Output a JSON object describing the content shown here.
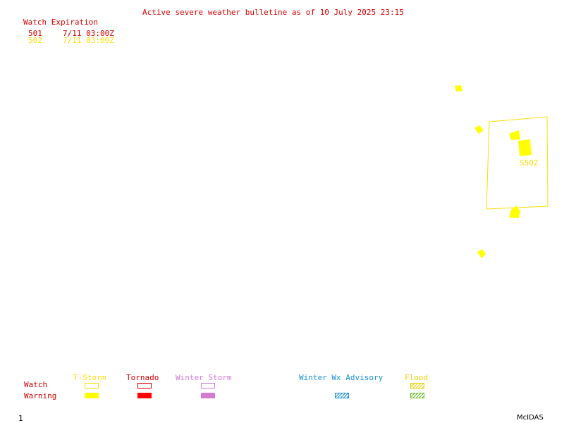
{
  "title": "Active severe weather bulletine as of 10 July 2025 23:15",
  "watch_header": "Watch Expiration",
  "watches": [
    {
      "id": "501",
      "expires": "7/11 03:00Z",
      "color": "#d40000"
    },
    {
      "id": "502",
      "expires": "7/11 03:00Z",
      "color": "#ffdd00"
    }
  ],
  "map": {
    "watch_box_label": "S502",
    "storm_color": "#ffff00",
    "watch_outline_color": "#ffdd00"
  },
  "legend": {
    "row_labels": {
      "watch": "Watch",
      "warning": "Warning"
    },
    "columns": [
      {
        "label": "T-Storm",
        "color": "#ffdd00"
      },
      {
        "label": "Tornado",
        "color": "#d40000"
      },
      {
        "label": "Winter Storm",
        "color": "#d47ad4"
      },
      {
        "label": "Winter Wx Advisory",
        "color": "#1a8fd6"
      },
      {
        "label": "Flood",
        "color": "#e6d200"
      }
    ]
  },
  "footer": {
    "frame_number": "1",
    "brand": "McIDAS"
  }
}
